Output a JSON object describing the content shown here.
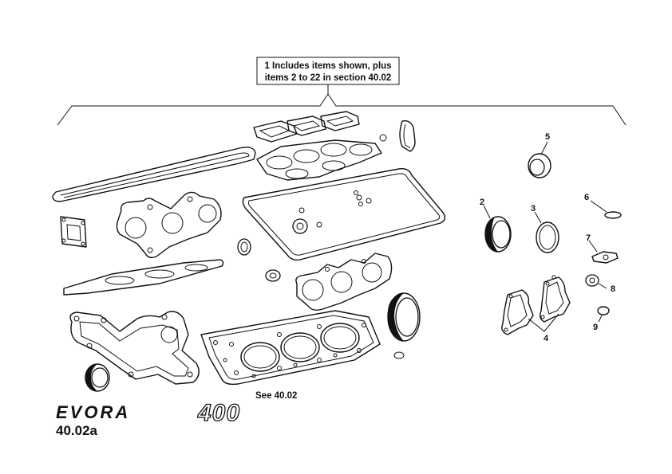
{
  "callout": {
    "line1": "1 Includes items shown, plus",
    "line2": "items 2 to 22 in section 40.02"
  },
  "labels": {
    "item2": "2",
    "item3": "3",
    "item4": "4",
    "item5": "5",
    "item6": "6",
    "item7": "7",
    "item8": "8",
    "item9": "9"
  },
  "see_reference": "See 40.02",
  "figure_number": "40.02a",
  "logo": {
    "model": "EVORA",
    "variant": "400"
  }
}
